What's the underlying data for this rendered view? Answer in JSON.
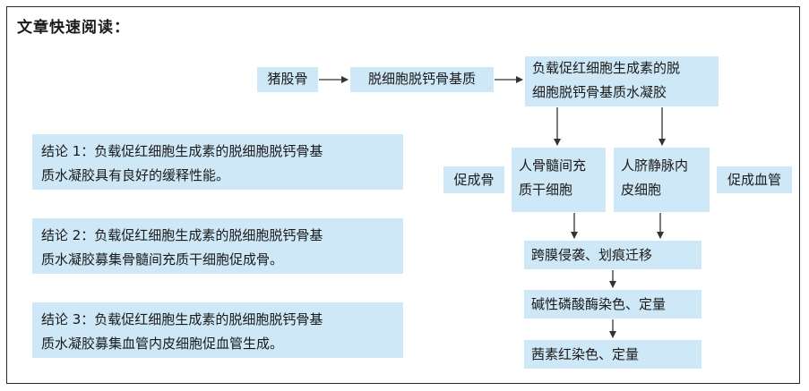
{
  "header": {
    "title": "文章快速阅读："
  },
  "flow": {
    "step1": "猪股骨",
    "step2": "脱细胞脱钙骨基质",
    "step3_line1": "负载促红细胞生成素的脱",
    "step3_line2": "细胞脱钙骨基质水凝胶",
    "cell_a_line1": "人骨髓间充",
    "cell_a_line2": "质干细胞",
    "cell_b_line1": "人脐静脉内",
    "cell_b_line2": "皮细胞",
    "label_left": "促成骨",
    "label_right": "促成血管",
    "test1": "跨膜侵袭、划痕迁移",
    "test2": "碱性磷酸酶染色、定量",
    "test3": "茜素红染色、定量"
  },
  "conclusions": [
    {
      "line1": "结论 1：负载促红细胞生成素的脱细胞脱钙骨基",
      "line2": "质水凝胶具有良好的缓释性能。"
    },
    {
      "line1": "结论 2：负载促红细胞生成素的脱细胞脱钙骨基",
      "line2": "质水凝胶募集骨髓间充质干细胞促成骨。"
    },
    {
      "line1": "结论 3：负载促红细胞生成素的脱细胞脱钙骨基",
      "line2": "质水凝胶募集血管内皮细胞促血管生成。"
    }
  ],
  "colors": {
    "box_fill": "#cfe8f7",
    "border": "#2a2a2a",
    "arrow": "#333333"
  }
}
